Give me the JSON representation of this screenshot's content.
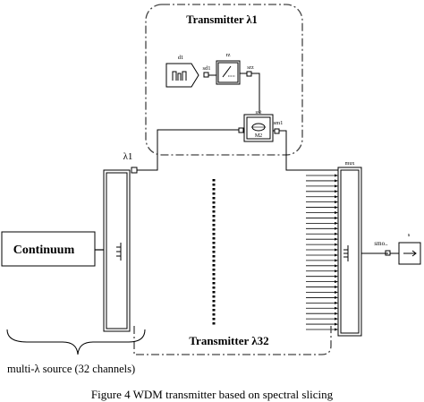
{
  "diagram": {
    "transmitter_top_label": "Transmitter λ1",
    "transmitter_bottom_label": "Transmitter λ32",
    "source_box_label": "Continuum",
    "lambda1_label": "λ1",
    "brace_label": "multi-λ source (32 channels)",
    "mux_label": "mux",
    "output_label": "smo..",
    "output_port_label": "s",
    "caption": "Figure 4    WDM transmitter based on spectral slicing",
    "blocks": {
      "d1_label": "d1",
      "sd1_label": "sd1",
      "rz_label": "rz",
      "srz_label": "srz",
      "m2_top_label": "m2",
      "m2_label": "M2",
      "sm1_label": "sm1"
    }
  }
}
